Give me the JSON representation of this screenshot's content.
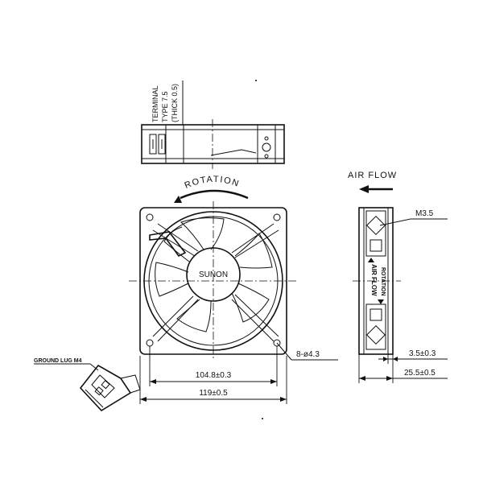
{
  "labels": {
    "terminal_1": "TERMINAL",
    "terminal_2": "TYPE 7.5",
    "terminal_3": "(THICK 0.5)",
    "rotation": "ROTATION",
    "air_flow": "AIR FLOW",
    "brand": "SUNON",
    "side_air_flow": "AIR FLOW",
    "side_rotation": "ROTATION",
    "screw": "M3.5",
    "holes": "8-ø4.3",
    "ground_lug": "GROUND LUG M4"
  },
  "dimensions": {
    "hole_spacing": "104.8±0.3",
    "overall_width": "119±0.5",
    "flange_thickness": "3.5±0.3",
    "overall_depth": "25.5±0.5"
  }
}
